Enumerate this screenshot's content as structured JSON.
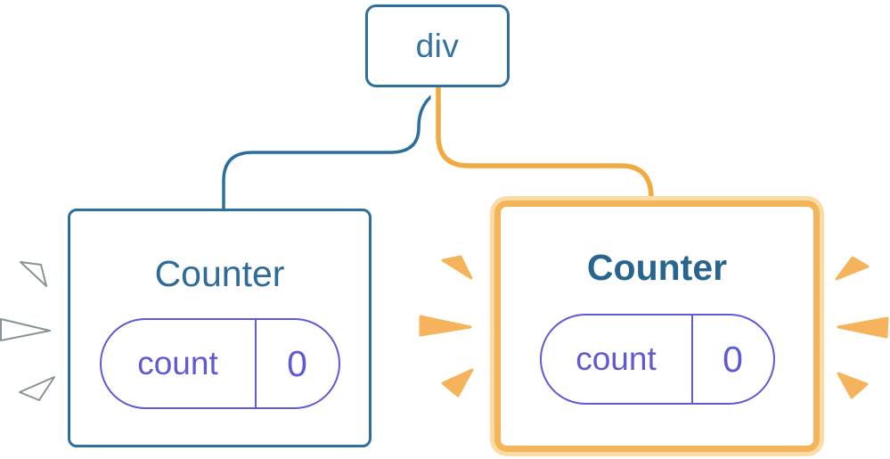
{
  "tree": {
    "root": {
      "label": "div"
    },
    "left": {
      "title": "Counter",
      "state_key": "count",
      "state_value": "0",
      "highlighted": false
    },
    "right": {
      "title": "Counter",
      "state_key": "count",
      "state_value": "0",
      "highlighted": true
    }
  },
  "colors": {
    "node_blue": "#2e6f9e",
    "title_blue_left": "#2d6c99",
    "title_blue_right": "#27658e",
    "state_purple": "#5e59d4",
    "edge_blue": "#2b6f9e",
    "edge_orange": "#f2a93f",
    "highlight_border_inner": "#f6b45a",
    "highlight_border_outer": "#fbdca6",
    "spark_orange": "#f5b45b",
    "spark_white": "#ffffff",
    "background": "#ffffff"
  }
}
